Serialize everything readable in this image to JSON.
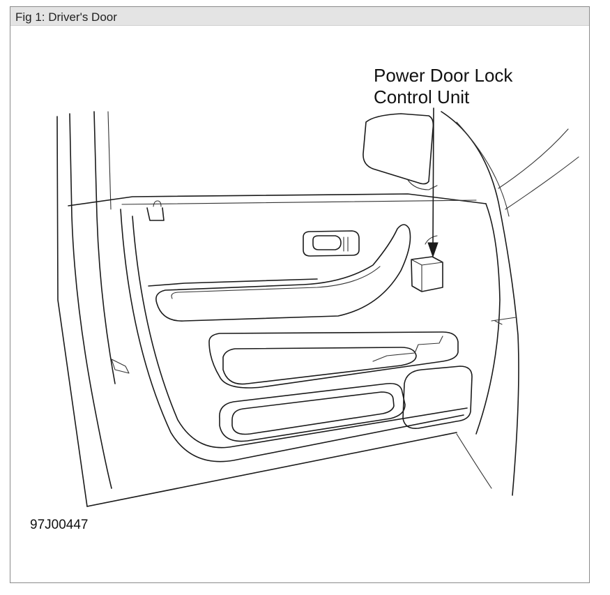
{
  "figure": {
    "caption": "Fig 1: Driver's Door",
    "code": "97J00447"
  },
  "callout": {
    "line1": "Power Door Lock",
    "line2": "Control Unit"
  },
  "colors": {
    "caption_bar": "#e4e4e4",
    "line_art": "#1a1a1a",
    "frame_border": "#8a8a8a"
  }
}
